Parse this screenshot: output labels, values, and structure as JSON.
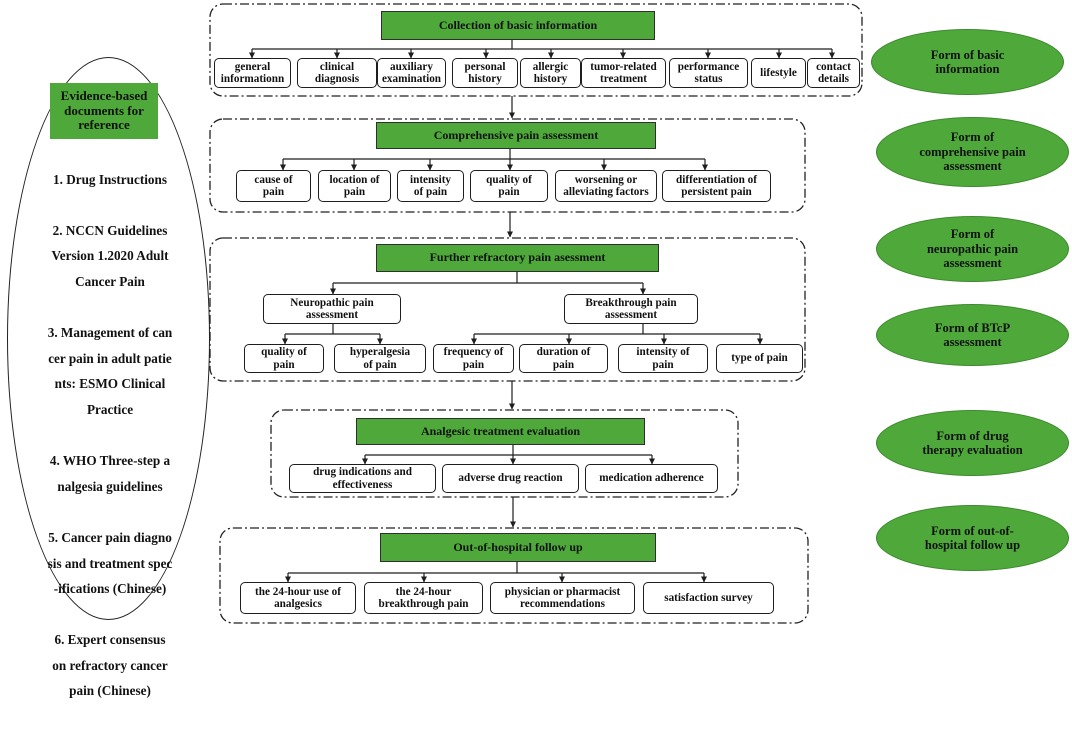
{
  "reference": {
    "title": "Evidence-based\ndocuments for\nreference",
    "items": [
      "1. Drug Instructions",
      "2. NCCN Guidelines\nVersion 1.2020 Adult\nCancer Pain",
      "3. Management of can\ncer pain in adult patie\nnts: ESMO Clinical\nPractice",
      "4. WHO Three-step a\nnalgesia guidelines",
      "5. Cancer pain diagno\nsis and treatment spec\n-ifications (Chinese)",
      "6. Expert consensus\non refractory cancer\npain  (Chinese)"
    ]
  },
  "basic": {
    "title": "Collection of  basic information",
    "items": [
      "general\ninformationn",
      "clinical\ndiagnosis",
      "auxiliary\nexamination",
      "personal\nhistory",
      "allergic\nhistory",
      "tumor-related\ntreatment",
      "performance\nstatus",
      "lifestyle",
      "contact\ndetails"
    ]
  },
  "comprehensive": {
    "title": "Comprehensive pain assessment",
    "items": [
      "cause of\npain",
      "location of\npain",
      "intensity\nof pain",
      "quality of\npain",
      "worsening or\nalleviating factors",
      "differentiation of\npersistent pain"
    ]
  },
  "refractory": {
    "title": "Further refractory pain asessment",
    "neuropathic": {
      "label": "Neuropathic pain\nassessment",
      "items": [
        "quality of\npain",
        "hyperalgesia\nof pain"
      ]
    },
    "breakthrough": {
      "label": "Breakthrough pain\nassessment",
      "items": [
        "frequency of\npain",
        "duration of\npain",
        "intensity  of\npain",
        "type of pain"
      ]
    }
  },
  "analgesic": {
    "title": "Analgesic treatment evaluation",
    "items": [
      "drug indications and\neffectiveness",
      "adverse drug reaction",
      "medication adherence"
    ]
  },
  "followup": {
    "title": "Out-of-hospital follow up",
    "items": [
      "the 24-hour use of\nanalgesics",
      "the 24-hour\nbreakthrough pain",
      "physician or pharmacist\nrecommendations",
      "satisfaction survey"
    ]
  },
  "forms": [
    "Form of basic\ninformation",
    "Form of\ncomprehensive pain\nassessment",
    "Form of\nneuropathic pain\nassessment",
    "Form of  BTcP\nassessment",
    "Form of drug\ntherapy evaluation",
    "Form of out-of-\nhospital follow up"
  ],
  "colors": {
    "green": "#4ea93a",
    "line": "#1e1e1e"
  }
}
